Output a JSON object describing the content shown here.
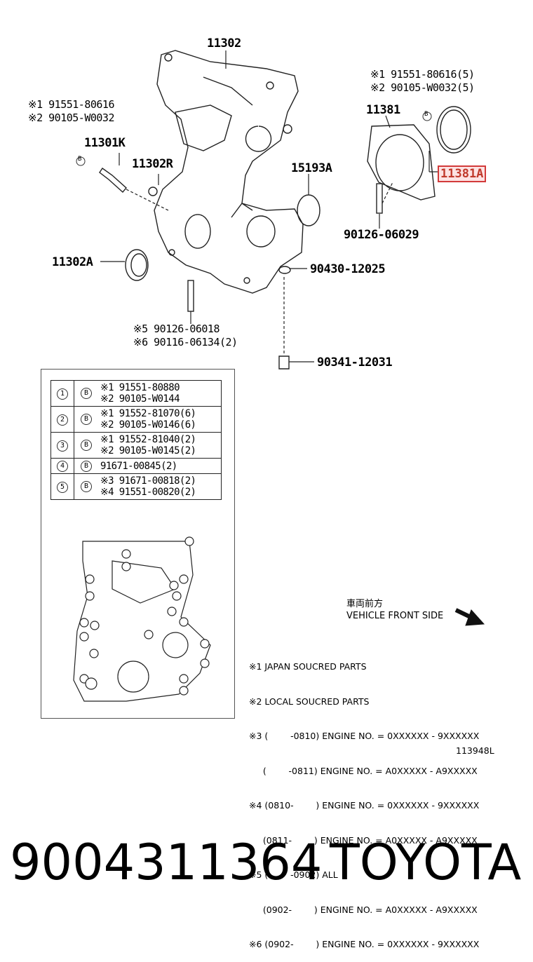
{
  "diagram": {
    "labels": {
      "l11302": "11302",
      "l11381": "11381",
      "l11381A": "11381A",
      "l11301K": "11301K",
      "l11302R": "11302R",
      "l15193A": "15193A",
      "l11302A": "11302A",
      "l90126_06029": "90126-06029",
      "l90430": "90430-12025",
      "l90341": "90341-12031",
      "left_top_1": "※1 91551-80616",
      "left_top_2": "※2 90105-W0032",
      "right_top_1": "※1 91551-80616(5)",
      "right_top_2": "※2 90105-W0032(5)",
      "bottom_5": "※5  90126-06018",
      "bottom_6": "※6  90116-06134(2)",
      "bolt_b": "B"
    },
    "legend": [
      {
        "num": "1",
        "b": "B",
        "lines": [
          "※1 91551-80880",
          "※2 90105-W0144"
        ]
      },
      {
        "num": "2",
        "b": "B",
        "lines": [
          "※1 91552-81070(6)",
          "※2 90105-W0146(6)"
        ]
      },
      {
        "num": "3",
        "b": "B",
        "lines": [
          "※1 91552-81040(2)",
          "※2 90105-W0145(2)"
        ]
      },
      {
        "num": "4",
        "b": "B",
        "lines": [
          "91671-00845(2)"
        ]
      },
      {
        "num": "5",
        "b": "B",
        "lines": [
          "※3 91671-00818(2)",
          "※4 91551-00820(2)"
        ]
      }
    ],
    "front_side": {
      "jp": "車両前方",
      "en": "VEHICLE FRONT SIDE"
    },
    "notes": [
      "※1 JAPAN SOUCRED PARTS",
      "※2 LOCAL SOUCRED PARTS",
      "※3 (        -0810) ENGINE NO. = 0XXXXXX - 9XXXXXX",
      "     (        -0811) ENGINE NO. = A0XXXXX - A9XXXXX",
      "※4 (0810-        ) ENGINE NO. = 0XXXXXX - 9XXXXXX",
      "     (0811-        ) ENGINE NO. = A0XXXXX - A9XXXXX",
      "※5 (        -0902) ALL",
      "     (0902-        ) ENGINE NO. = A0XXXXX - A9XXXXX",
      "※6 (0902-        ) ENGINE NO. = 0XXXXXX - 9XXXXXX"
    ],
    "code": "113948L"
  },
  "footer": {
    "part_number": "9004311364",
    "brand": "TOYOTA"
  }
}
